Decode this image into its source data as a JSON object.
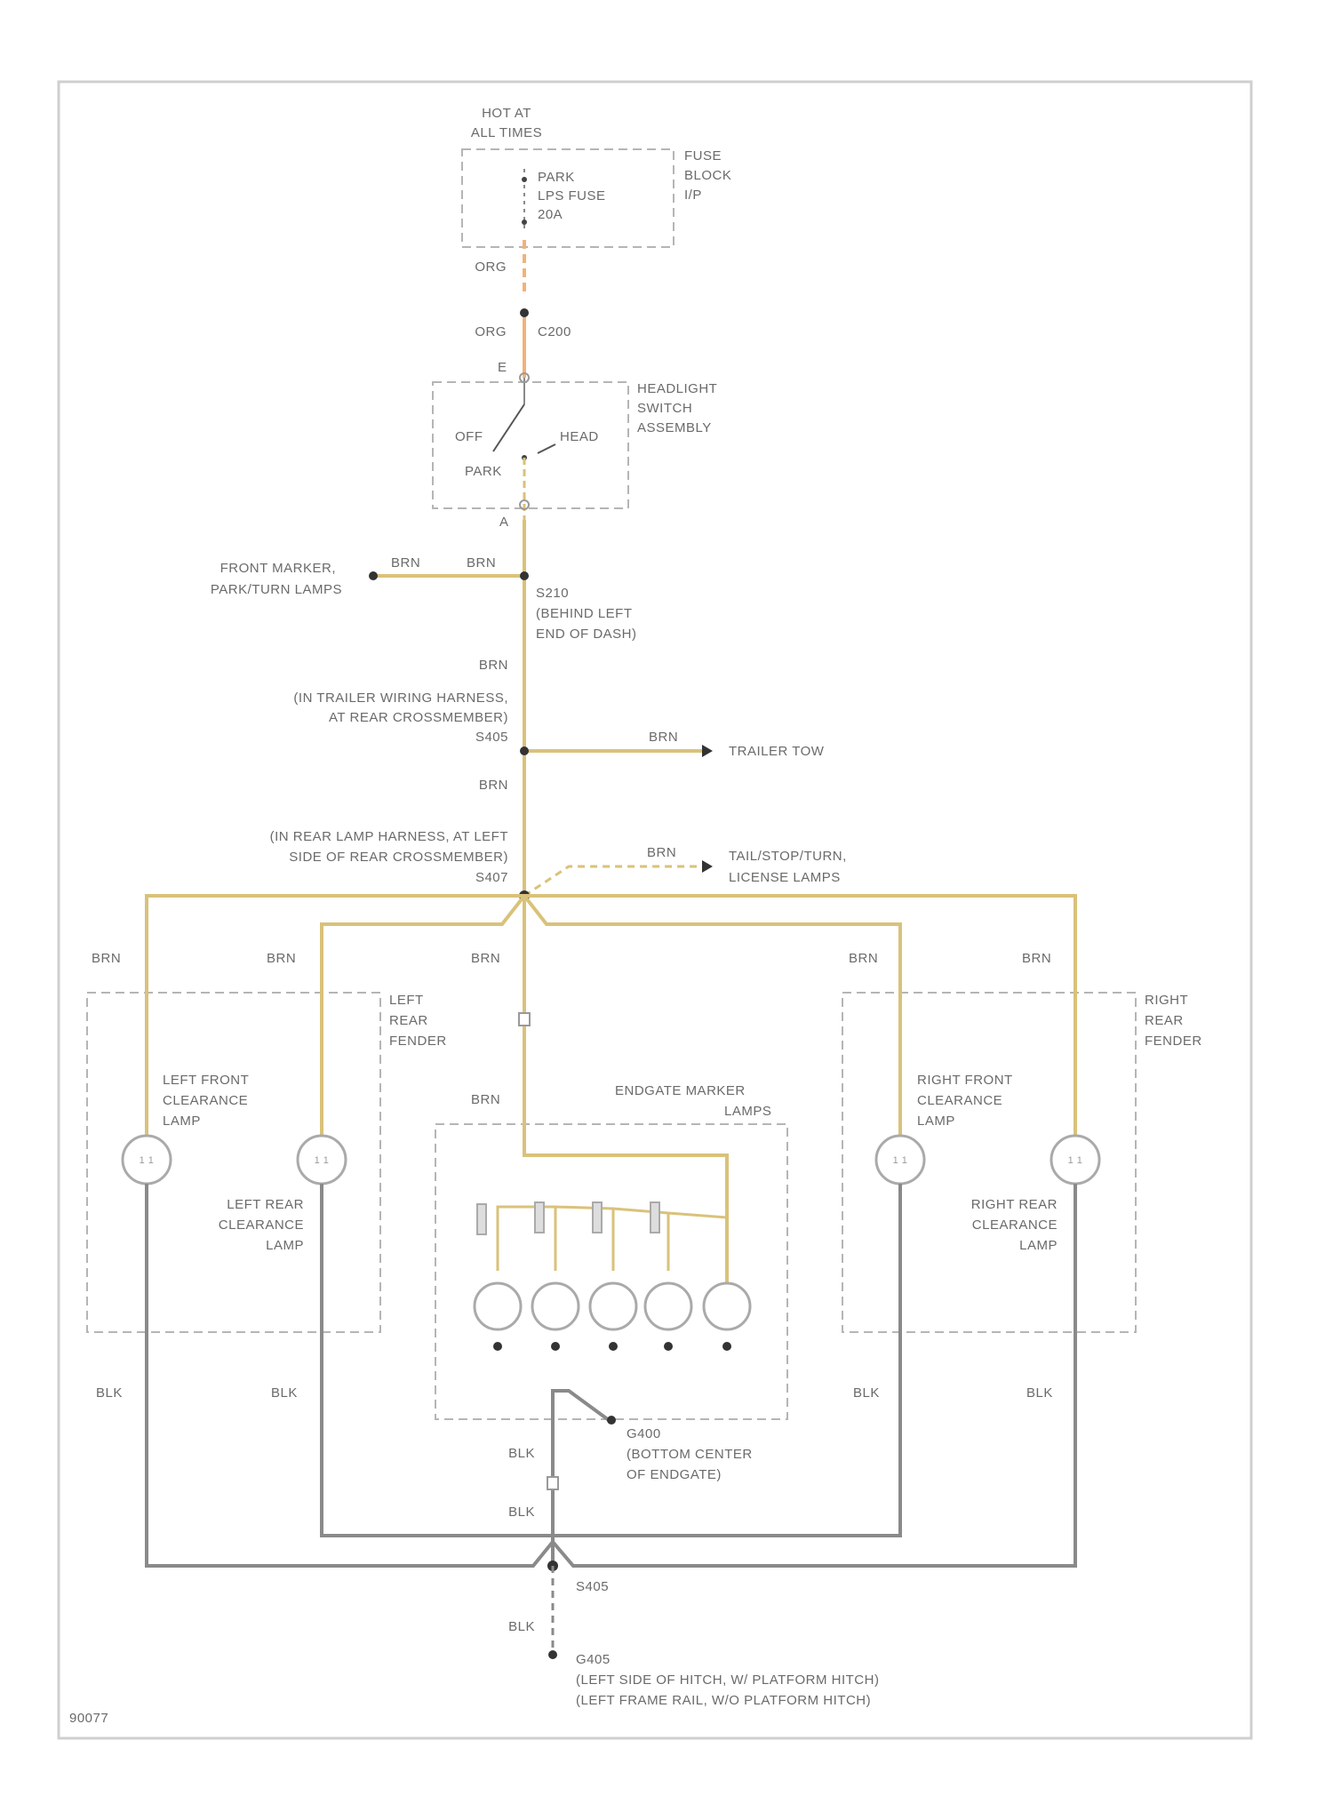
{
  "source": {
    "line1": "HOT AT",
    "line2": "ALL TIMES"
  },
  "fuse": {
    "line1": "PARK",
    "line2": "LPS FUSE",
    "line3": "20A"
  },
  "fuse_block": {
    "line1": "FUSE",
    "line2": "BLOCK",
    "line3": "I/P"
  },
  "wires": {
    "org_top": "ORG",
    "org": "ORG",
    "brn": "BRN",
    "blk": "BLK"
  },
  "connector_c200": "C200",
  "headlight_switch": {
    "line1": "HEADLIGHT",
    "line2": "SWITCH",
    "line3": "ASSEMBLY",
    "pin_e": "E",
    "pin_a": "A",
    "off": "OFF",
    "head": "HEAD",
    "park": "PARK"
  },
  "front_marker": {
    "line1": "FRONT MARKER,",
    "line2": "PARK/TURN LAMPS"
  },
  "s210": {
    "line1": "S210",
    "line2": "(BEHIND LEFT",
    "line3": "END OF DASH)"
  },
  "s405": {
    "line1": "(IN TRAILER WIRING HARNESS,",
    "line2": "AT REAR CROSSMEMBER)",
    "line3": "S405"
  },
  "trailer": "TRAILER TOW",
  "s407": {
    "line1": "(IN REAR LAMP HARNESS, AT LEFT",
    "line2": "SIDE OF REAR CROSSMEMBER)",
    "line3": "S407"
  },
  "tail": {
    "line1": "TAIL/STOP/TURN,",
    "line2": "LICENSE LAMPS"
  },
  "left_fender": {
    "line1": "LEFT",
    "line2": "REAR",
    "line3": "FENDER"
  },
  "right_fender": {
    "line1": "RIGHT",
    "line2": "REAR",
    "line3": "FENDER"
  },
  "left_front_lamp": {
    "line1": "LEFT FRONT",
    "line2": "CLEARANCE",
    "line3": "LAMP"
  },
  "left_rear_lamp": {
    "line1": "LEFT REAR",
    "line2": "CLEARANCE",
    "line3": "LAMP"
  },
  "right_front_lamp": {
    "line1": "RIGHT FRONT",
    "line2": "CLEARANCE",
    "line3": "LAMP"
  },
  "right_rear_lamp": {
    "line1": "RIGHT REAR",
    "line2": "CLEARANCE",
    "line3": "LAMP"
  },
  "endgate": {
    "line1": "ENDGATE MARKER",
    "line2": "LAMPS"
  },
  "g400": {
    "line1": "G400",
    "line2": "(BOTTOM CENTER",
    "line3": "OF ENDGATE)"
  },
  "s405_ground": "S405",
  "g405": {
    "line1": "G405",
    "line2": "(LEFT SIDE OF HITCH, W/ PLATFORM HITCH)",
    "line3": "(LEFT FRAME RAIL, W/O PLATFORM HITCH)"
  },
  "figure_id": "90077",
  "colors": {
    "org": "#f2b27a",
    "brn": "#d9c27a",
    "blk": "#8a8a8a",
    "dash": "#b5b5b5"
  }
}
